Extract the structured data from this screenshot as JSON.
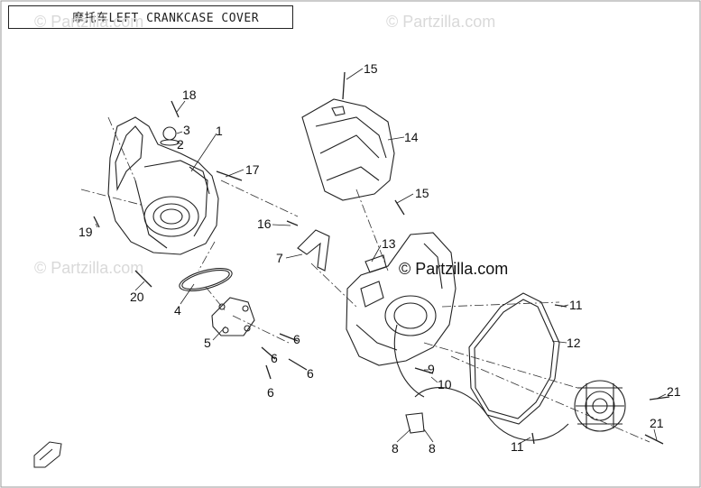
{
  "header": {
    "title": "摩托车LEFT CRANKCASE COVER"
  },
  "watermarks": [
    "© Partzilla.com",
    "© Partzilla.com",
    "© Partzilla.com"
  ],
  "brand": "© Partzilla.com",
  "callouts": [
    "1",
    "2",
    "3",
    "4",
    "5",
    "6",
    "6",
    "6",
    "6",
    "7",
    "8",
    "8",
    "9",
    "10",
    "11",
    "11",
    "12",
    "13",
    "14",
    "15",
    "15",
    "16",
    "17",
    "18",
    "19",
    "20",
    "21",
    "21"
  ]
}
